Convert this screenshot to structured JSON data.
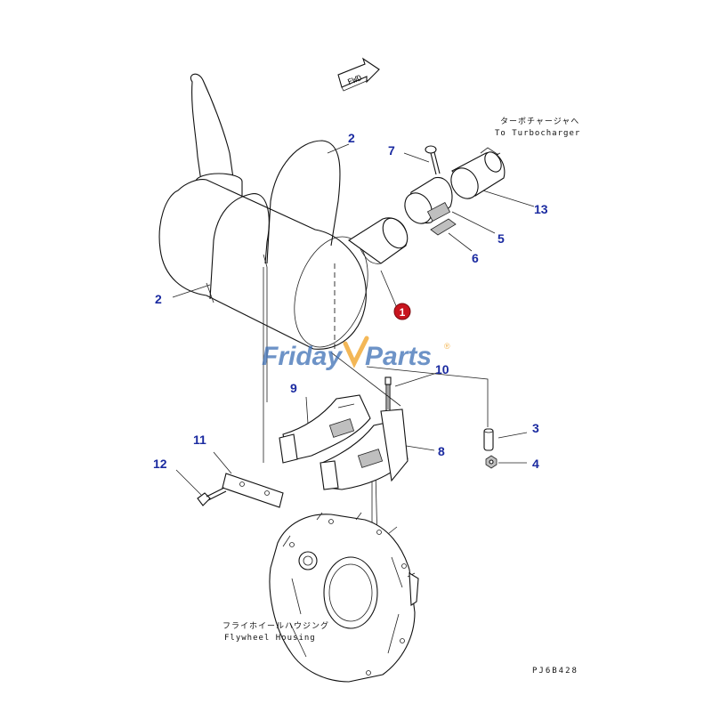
{
  "callouts": {
    "c1": "1",
    "c2a": "2",
    "c2b": "2",
    "c3": "3",
    "c4": "4",
    "c5": "5",
    "c6": "6",
    "c7": "7",
    "c8": "8",
    "c9": "9",
    "c10": "10",
    "c11": "11",
    "c12": "12",
    "c13": "13"
  },
  "labels": {
    "fwd": "FWD",
    "turbo_jp": "ターボチャージャへ",
    "turbo_en": "To Turbocharger",
    "flywheel_jp": "フライホイールハウジング",
    "flywheel_en": "Flywheel Housing",
    "drawing_ref": "PJ6B428"
  },
  "watermark": {
    "part1": "Friday",
    "part2": "Parts",
    "mark": "®"
  },
  "colors": {
    "callout": "#1a2aa0",
    "marker": "#c8141e",
    "watermark_blue": "#3d6fb5",
    "watermark_orange": "#f0a020"
  }
}
